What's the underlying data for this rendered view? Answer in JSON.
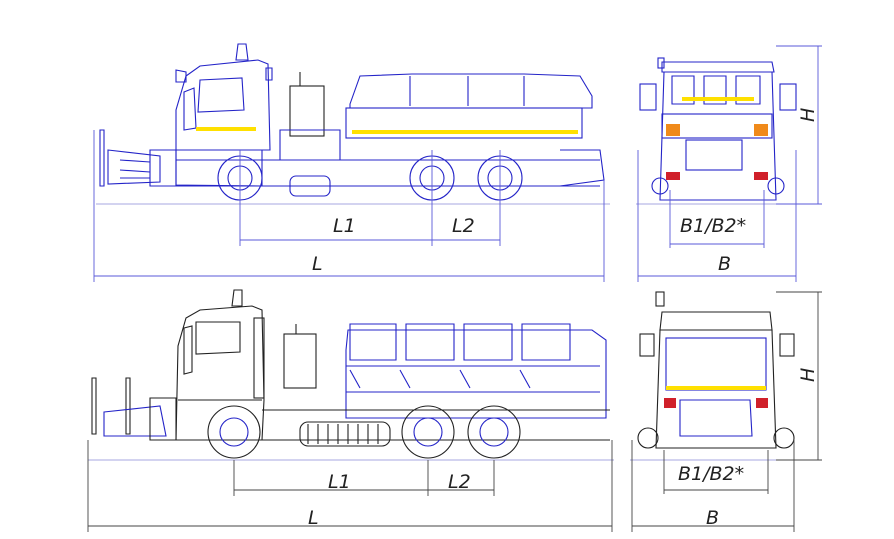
{
  "top_view": {
    "dimensions": {
      "l1": "L1",
      "l2": "L2",
      "l": "L",
      "b1b2": "B1/B2*",
      "b": "B",
      "h": "H"
    }
  },
  "bottom_view": {
    "dimensions": {
      "l1": "L1",
      "l2": "L2",
      "l": "L",
      "b1b2": "B1/B2*",
      "b": "B",
      "h": "H"
    }
  },
  "colors": {
    "blue_lines": "#2424c8",
    "black_lines": "#222222",
    "stripe_yellow": "#ffe000",
    "lamp_red": "#d0202a",
    "lamp_orange": "#f08a1a"
  }
}
